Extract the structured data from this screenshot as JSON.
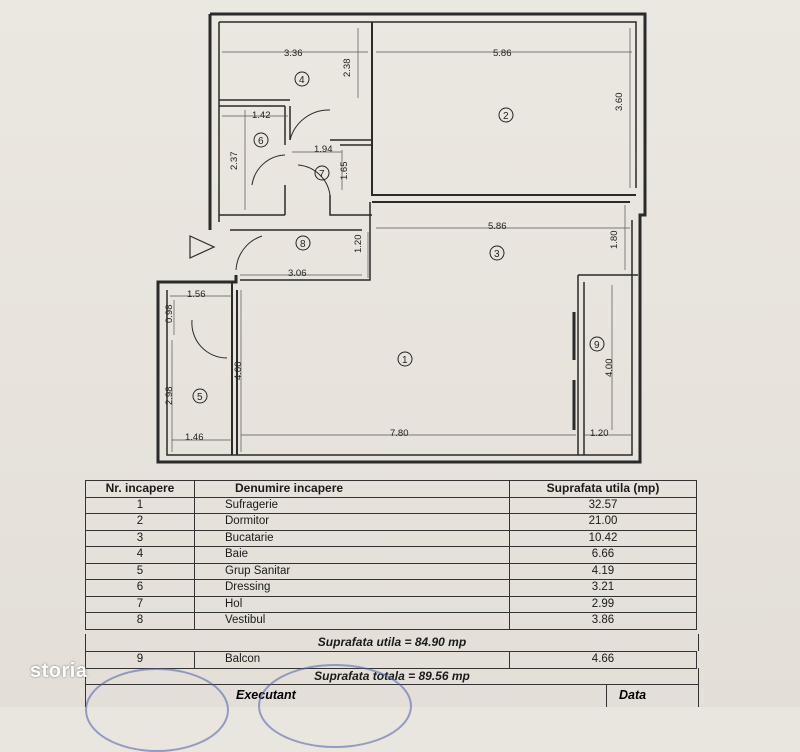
{
  "plan": {
    "dimensions": [
      "3.36",
      "5.86",
      "2.38",
      "3.60",
      "1.42",
      "2.37",
      "1.94",
      "1.65",
      "5.86",
      "1.80",
      "1.20",
      "3.06",
      "0.98",
      "1.56",
      "2.98",
      "1.46",
      "4.00",
      "7.80",
      "4.00",
      "1.20"
    ],
    "room_markers": [
      "1",
      "2",
      "3",
      "4",
      "5",
      "6",
      "7",
      "8",
      "9"
    ]
  },
  "table": {
    "headers": {
      "nr": "Nr. incapere",
      "name": "Denumire incapere",
      "area": "Suprafata utila (mp)"
    },
    "rows": [
      {
        "nr": "1",
        "name": "Sufragerie",
        "area": "32.57"
      },
      {
        "nr": "2",
        "name": "Dormitor",
        "area": "21.00"
      },
      {
        "nr": "3",
        "name": "Bucatarie",
        "area": "10.42"
      },
      {
        "nr": "4",
        "name": "Baie",
        "area": "6.66"
      },
      {
        "nr": "5",
        "name": "Grup Sanitar",
        "area": "4.19"
      },
      {
        "nr": "6",
        "name": "Dressing",
        "area": "3.21"
      },
      {
        "nr": "7",
        "name": "Hol",
        "area": "2.99"
      },
      {
        "nr": "8",
        "name": "Vestibul",
        "area": "3.86"
      }
    ],
    "useful_total": "Suprafata utila = 84.90 mp",
    "balcony_row": {
      "nr": "9",
      "name": "Balcon",
      "area": "4.66"
    },
    "total": "Suprafata totala = 89.56 mp",
    "executant_label": "Executant",
    "date_label": "Data"
  },
  "brand": {
    "logo_text": "storia"
  }
}
